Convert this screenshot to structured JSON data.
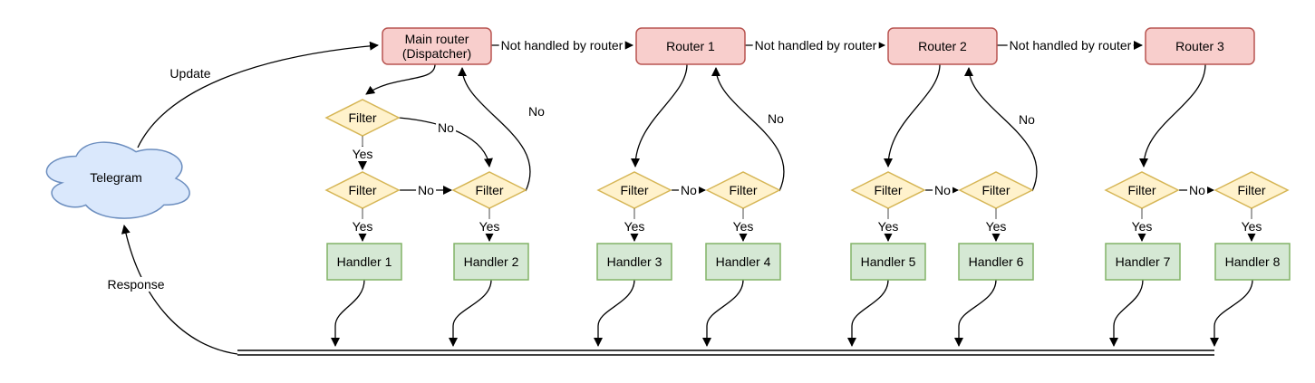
{
  "diagram": {
    "cloud": {
      "label": "Telegram"
    },
    "labels": {
      "update": "Update",
      "response": "Response",
      "not_handled": "Not handled by router",
      "yes": "Yes",
      "no": "No"
    },
    "nodes": {
      "routers": [
        {
          "line1": "Main router",
          "line2": "(Dispatcher)"
        },
        {
          "line1": "Router 1"
        },
        {
          "line1": "Router 2"
        },
        {
          "line1": "Router 3"
        }
      ],
      "filters": [
        {
          "label": "Filter"
        },
        {
          "label": "Filter"
        },
        {
          "label": "Filter"
        },
        {
          "label": "Filter"
        },
        {
          "label": "Filter"
        },
        {
          "label": "Filter"
        },
        {
          "label": "Filter"
        },
        {
          "label": "Filter"
        },
        {
          "label": "Filter"
        }
      ],
      "handlers": [
        {
          "label": "Handler 1"
        },
        {
          "label": "Handler 2"
        },
        {
          "label": "Handler 3"
        },
        {
          "label": "Handler 4"
        },
        {
          "label": "Handler 5"
        },
        {
          "label": "Handler 6"
        },
        {
          "label": "Handler 7"
        },
        {
          "label": "Handler 8"
        }
      ]
    },
    "colors": {
      "router_fill": "#f8cecc",
      "router_stroke": "#b85450",
      "filter_fill": "#fff2cc",
      "filter_stroke": "#d6b656",
      "handler_fill": "#d5e8d4",
      "handler_stroke": "#82b366",
      "cloud_fill": "#dae8fc",
      "cloud_stroke": "#6c8ebf",
      "edge": "#000000"
    }
  }
}
